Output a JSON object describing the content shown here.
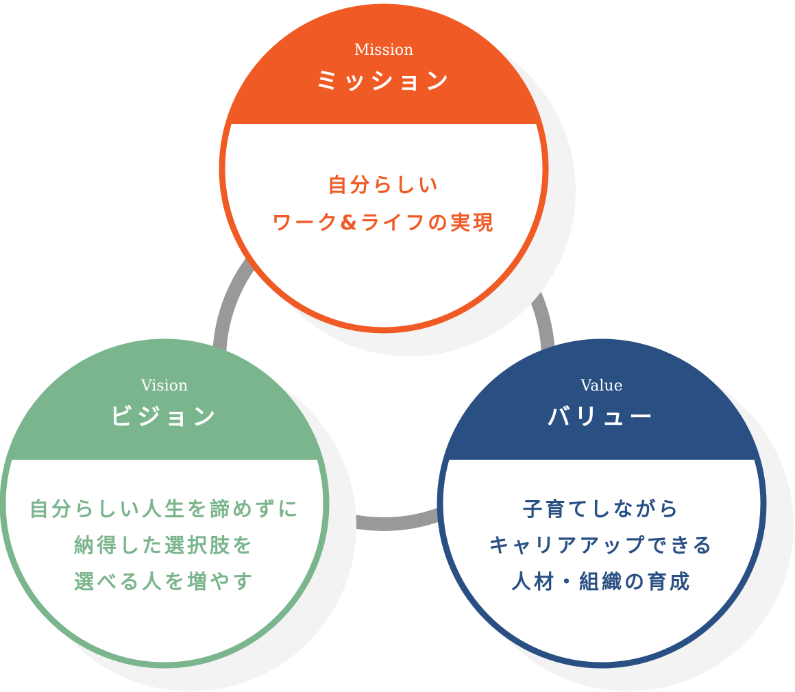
{
  "mission": {
    "en": "Mission",
    "jp": "ミッション",
    "lines": [
      "自分らしい",
      "ワーク&ライフの実現"
    ],
    "color": "#f05b25"
  },
  "vision": {
    "en": "Vision",
    "jp": "ビジョン",
    "lines": [
      "自分らしい人生を諦めずに",
      "納得した選択肢を",
      "選べる人を増やす"
    ],
    "color": "#7bb58d"
  },
  "value": {
    "en": "Value",
    "jp": "バリュー",
    "lines": [
      "子育てしながら",
      "キャリアアップできる",
      "人材・組織の育成"
    ],
    "color": "#2a5083"
  },
  "ring_color": "#999999",
  "shadow_color": "#f3f3f3"
}
